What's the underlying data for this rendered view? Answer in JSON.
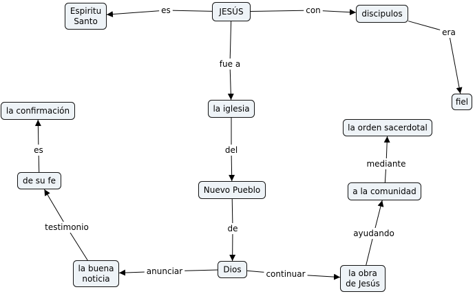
{
  "concept_map": {
    "concepts": {
      "jesus": [
        "JESÚS"
      ],
      "espiritu": [
        "Espiritu",
        "Santo"
      ],
      "discipulos": [
        "discipulos"
      ],
      "fiel": [
        "fiel"
      ],
      "iglesia": [
        "la iglesia"
      ],
      "nuevo_pueblo": [
        "Nuevo Pueblo"
      ],
      "dios": [
        "Dios"
      ],
      "buena_noticia": [
        "la buena",
        "noticia"
      ],
      "obra_jesus": [
        "la obra",
        "de Jesús"
      ],
      "de_su_fe": [
        "de su fe"
      ],
      "confirmacion": [
        "la confirmación"
      ],
      "comunidad": [
        "a la comunidad"
      ],
      "orden": [
        "la orden sacerdotal"
      ]
    },
    "linking_phrases": {
      "es_1": "es",
      "con": "con",
      "era": "era",
      "fue_a": "fue a",
      "del": "del",
      "de": "de",
      "anunciar": "anunciar",
      "continuar": "continuar",
      "testimonio": "testimonio",
      "es_2": "es",
      "ayudando": "ayudando",
      "mediante": "mediante"
    },
    "links": [
      {
        "from": "jesus",
        "via": "es_1",
        "to": "espiritu"
      },
      {
        "from": "jesus",
        "via": "con",
        "to": "discipulos"
      },
      {
        "from": "discipulos",
        "via": "era",
        "to": "fiel"
      },
      {
        "from": "jesus",
        "via": "fue_a",
        "to": "iglesia"
      },
      {
        "from": "iglesia",
        "via": "del",
        "to": "nuevo_pueblo"
      },
      {
        "from": "nuevo_pueblo",
        "via": "de",
        "to": "dios"
      },
      {
        "from": "dios",
        "via": "anunciar",
        "to": "buena_noticia"
      },
      {
        "from": "dios",
        "via": "continuar",
        "to": "obra_jesus"
      },
      {
        "from": "buena_noticia",
        "via": "testimonio",
        "to": "de_su_fe"
      },
      {
        "from": "de_su_fe",
        "via": "es_2",
        "to": "confirmacion"
      },
      {
        "from": "obra_jesus",
        "via": "ayudando",
        "to": "comunidad"
      },
      {
        "from": "comunidad",
        "via": "mediante",
        "to": "orden"
      }
    ]
  }
}
